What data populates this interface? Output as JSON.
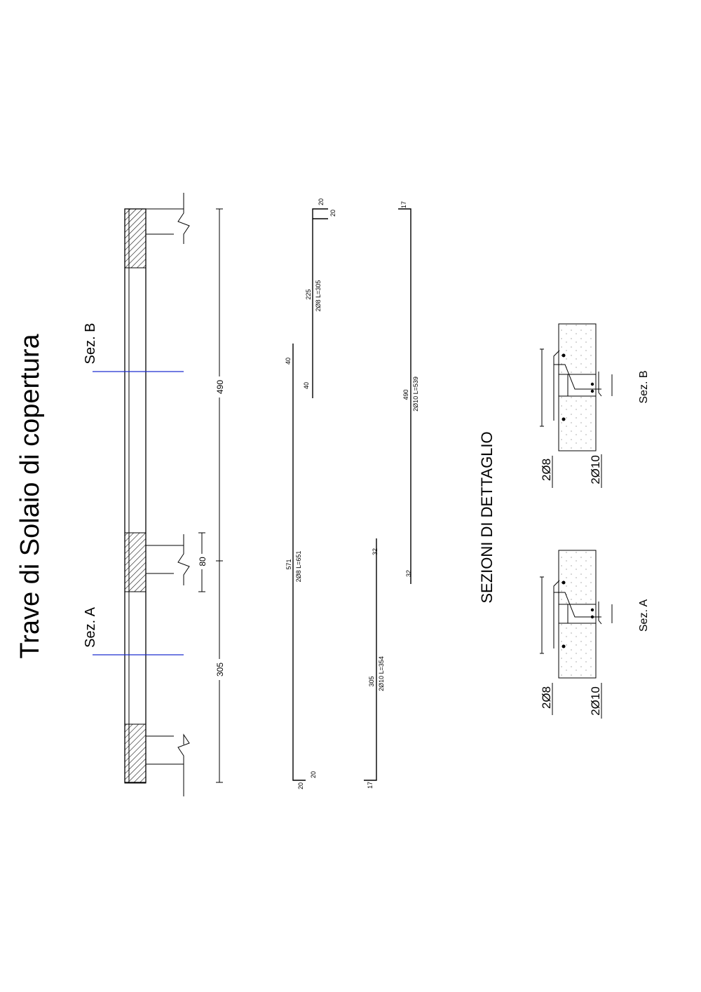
{
  "title": "Trave di Solaio di copertura",
  "sections": {
    "a_label": "Sez. A",
    "b_label": "Sez. B"
  },
  "dimensions": {
    "span_left": "305",
    "span_right": "490",
    "support": "80"
  },
  "bars": {
    "bar1": {
      "dims_end_a": "20",
      "dims_end_b": "20",
      "length_total": "571",
      "spec": "2Ø8 L=651",
      "hook_a": "40",
      "hook_b": "40"
    },
    "bar2": {
      "dims_top_a": "20",
      "dims_top_b": "20",
      "length": "225",
      "spec": "2Ø8 L=305"
    },
    "bar3": {
      "end_a": "17",
      "length": "305",
      "spec": "2Ø10 L=354",
      "hook": "32"
    },
    "bar4": {
      "end": "17",
      "length": "490",
      "spec": "2Ø10 L=539",
      "hook": "32"
    }
  },
  "details": {
    "heading": "SEZIONI DI DETTAGLIO",
    "top_bars": "2Ø8",
    "bottom_bars": "2Ø10",
    "section_a": "Sez. A",
    "section_b": "Sez. B"
  },
  "colors": {
    "section_line": "#1f2fd0",
    "ink": "#000000"
  }
}
